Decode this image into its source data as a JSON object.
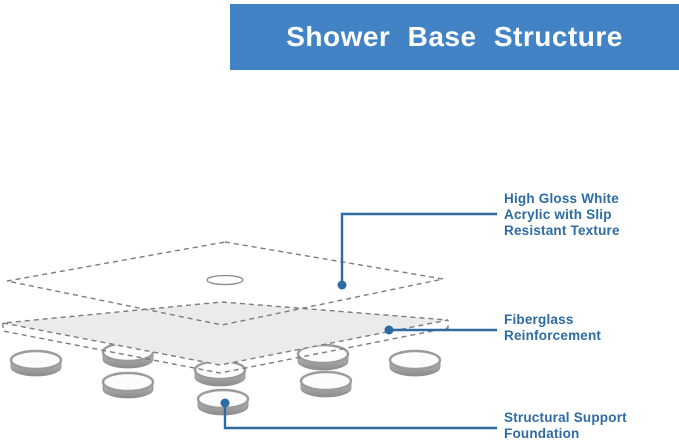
{
  "header": {
    "title": "Shower Base Structure"
  },
  "diagram": {
    "labels": [
      {
        "id": "acrylic-layer",
        "lines": [
          "High Gloss White",
          "Acrylic with Slip",
          "Resistant Texture"
        ]
      },
      {
        "id": "fiberglass-layer",
        "lines": [
          "Fiberglass",
          "Reinforcement"
        ]
      },
      {
        "id": "support-foundation",
        "lines": [
          "Structural Support",
          "Foundation"
        ]
      }
    ],
    "support_ring_count": 8
  },
  "colors": {
    "banner_bg": "#4183c4",
    "banner_text": "#ffffff",
    "label_text": "#2d6ba3",
    "connector": "#2d6ba3",
    "outline_gray": "#7d7d7d",
    "slab_fill": "#ebebee",
    "ring_rim": "#9b9b9b",
    "background": "#ffffff"
  }
}
